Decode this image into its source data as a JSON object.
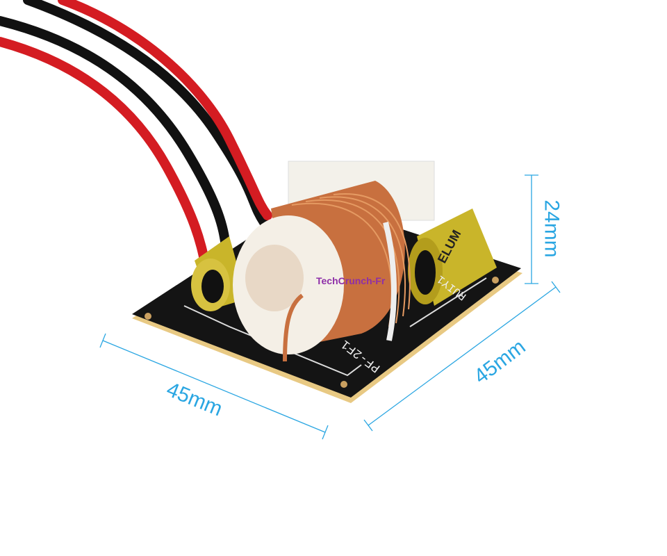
{
  "dimensions": {
    "height": "24mm",
    "width_front": "45mm",
    "width_side": "45mm"
  },
  "pcb": {
    "model_label": "PF-2F1",
    "ref_label": "RUIY1"
  },
  "capacitor": {
    "brand": "ELUM"
  },
  "watermark": "TechCrunch-Fr",
  "colors": {
    "dimension_line": "#2aa6e2",
    "pcb": "#141414",
    "copper": "#c8703f",
    "wire_red": "#d41c22"
  }
}
